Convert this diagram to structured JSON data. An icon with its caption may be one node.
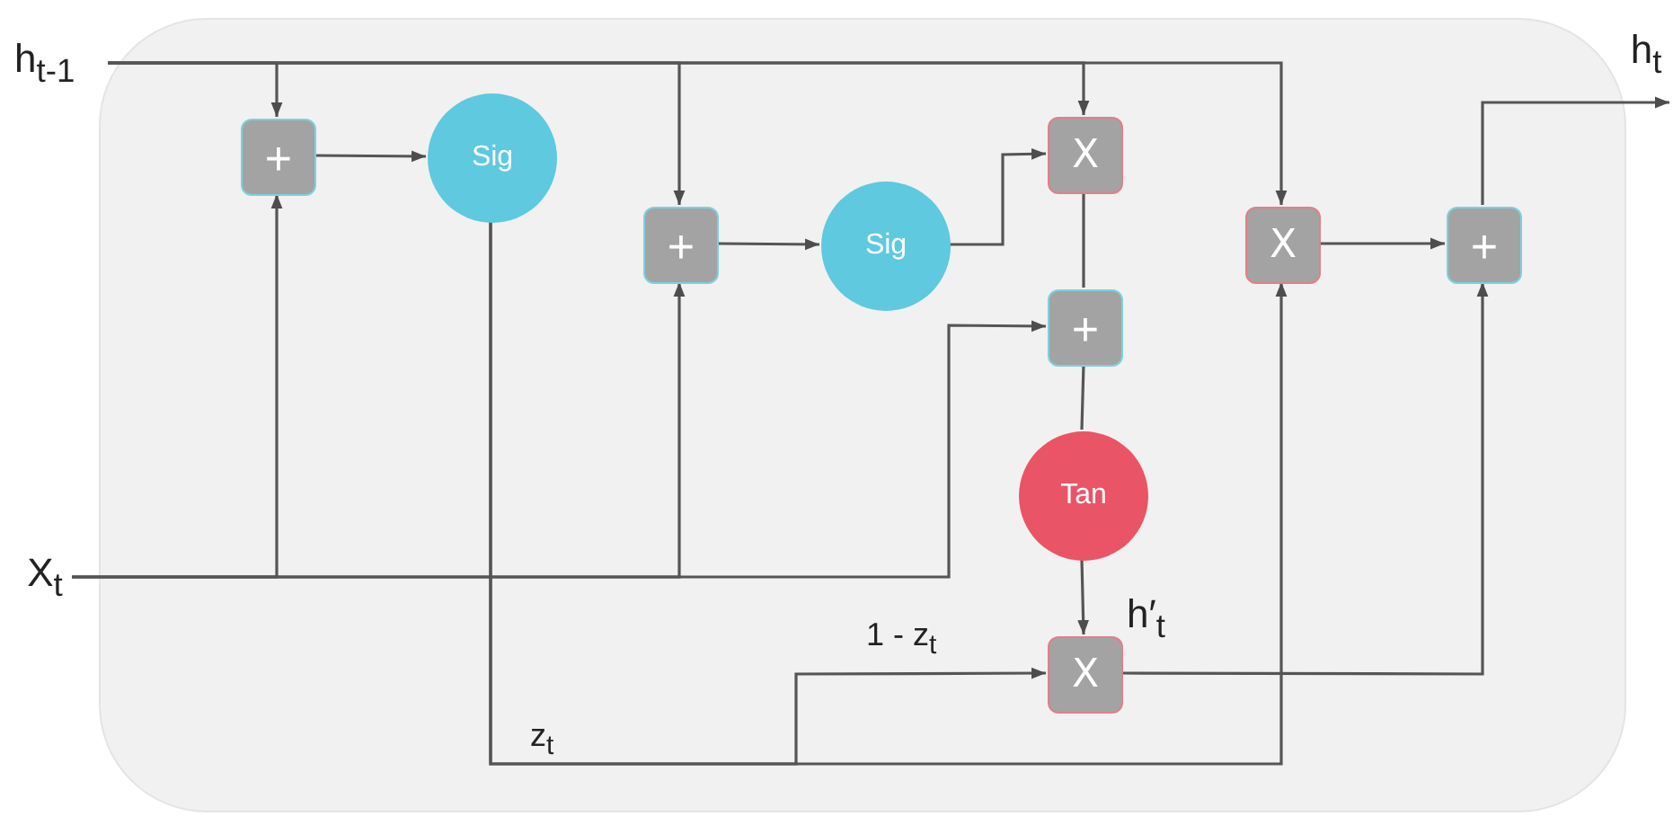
{
  "diagram": {
    "nodes": [
      {
        "text": [],
        "shape": "box"
      },
      {
        "text": [
          "h$_{t-1}$"
        ]
      },
      {
        "text": [
          "X$_{t}$"
        ]
      },
      {
        "text": [
          "h$_{t}$"
        ]
      },
      {
        "text": [
          "+"
        ],
        "in": 0
      },
      {
        "text": [
          "Sig"
        ],
        "in": 0
      },
      {
        "text": [
          "+"
        ],
        "in": 0
      },
      {
        "text": [
          "Sig"
        ],
        "in": 0
      },
      {
        "text": [
          "X"
        ],
        "in": 0
      },
      {
        "text": [
          "+"
        ],
        "in": 0
      },
      {
        "text": [
          "Tan"
        ],
        "in": 0
      },
      {
        "text": [
          "X"
        ],
        "in": 0,
        "beside": [
          "h′$_{t}$"
        ]
      },
      {
        "text": [
          "X"
        ],
        "in": 0
      },
      {
        "text": [
          "+"
        ],
        "in": 0
      }
    ],
    "edges": [
      {
        "from": 1,
        "to": 4,
        "arrow": "to"
      },
      {
        "from": 1,
        "to": 6,
        "arrow": "to"
      },
      {
        "from": 1,
        "to": 8,
        "arrow": "to"
      },
      {
        "from": 1,
        "to": 12,
        "arrow": "to"
      },
      {
        "from": 2,
        "to": 4,
        "arrow": "to"
      },
      {
        "from": 2,
        "to": 6,
        "arrow": "to"
      },
      {
        "from": 2,
        "to": 9,
        "arrow": "to"
      },
      {
        "from": 4,
        "to": 5,
        "arrow": "to"
      },
      {
        "from": 5,
        "to": 12,
        "arrow": "to",
        "label": "z$_{t}$"
      },
      {
        "from": 5,
        "to": 11,
        "arrow": "to",
        "label": "1 - z$_{t}$"
      },
      {
        "from": 6,
        "to": 7,
        "arrow": "to"
      },
      {
        "from": 7,
        "to": 8,
        "arrow": "to"
      },
      {
        "from": 8,
        "to": 9,
        "arrow": "none"
      },
      {
        "from": 9,
        "to": 10,
        "arrow": "none"
      },
      {
        "from": 10,
        "to": 11,
        "arrow": "to"
      },
      {
        "from": 12,
        "to": 13,
        "arrow": "to"
      },
      {
        "from": 11,
        "to": 13,
        "arrow": "to"
      },
      {
        "from": 13,
        "to": 3,
        "arrow": "to"
      }
    ]
  }
}
